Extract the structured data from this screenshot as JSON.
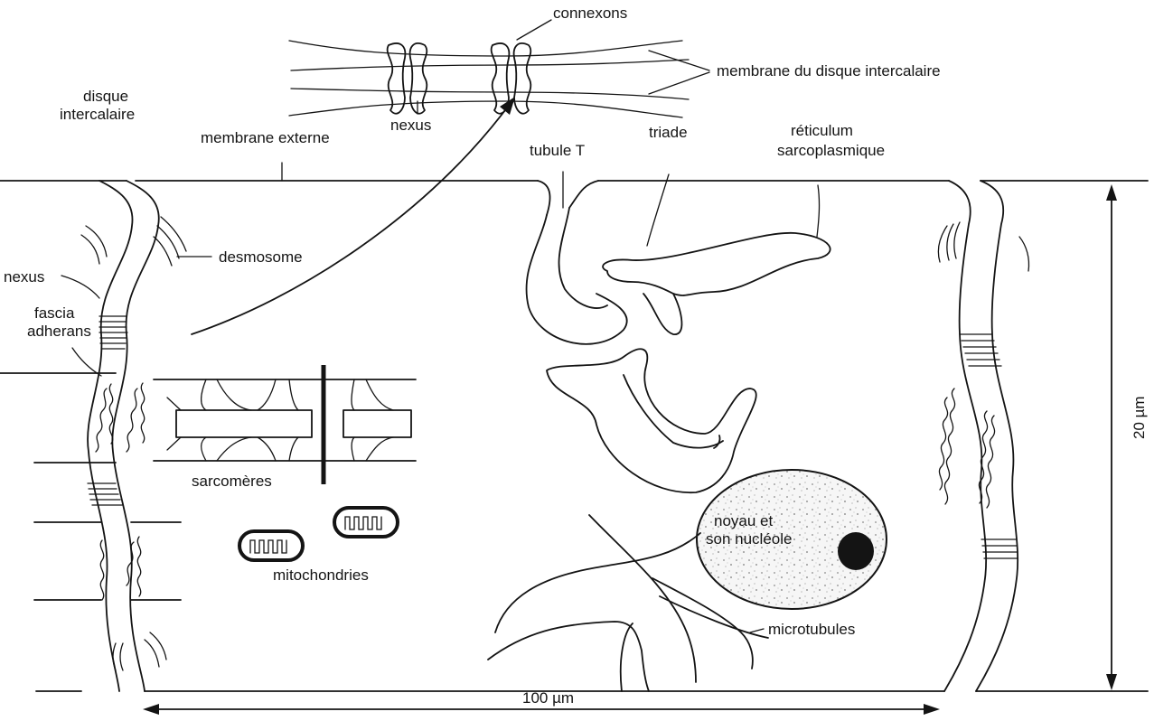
{
  "labels": {
    "connexons": "connexons",
    "membrane_disque": "membrane du disque intercalaire",
    "nexus_top": "nexus",
    "disque_l1": "disque",
    "disque_l2": "intercalaire",
    "membrane_externe": "membrane externe",
    "tubule_t": "tubule T",
    "triade": "triade",
    "reticulum_l1": "réticulum",
    "reticulum_l2": "sarcoplasmique",
    "desmosome": "desmosome",
    "nexus_left": "nexus",
    "fascia_l1": "fascia",
    "fascia_l2": "adherans",
    "sarcomeres": "sarcomères",
    "mitochondries": "mitochondries",
    "noyau_l1": "noyau et",
    "noyau_l2": "son nucléole",
    "microtubules": "microtubules",
    "height_scale": "20 µm",
    "width_scale": "100 µm"
  },
  "colors": {
    "ink": "#141414",
    "background": "#ffffff"
  }
}
